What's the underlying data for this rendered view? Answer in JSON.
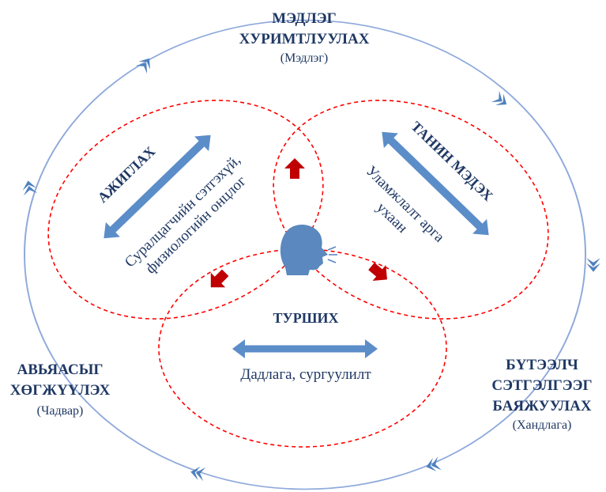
{
  "cycle": {
    "top": {
      "lines": [
        "МЭДЛЭГ",
        "ХУРИМТЛУУЛАХ"
      ],
      "sub": "(Мэдлэг)"
    },
    "right": {
      "lines": [
        "БҮТЭЭЛЧ",
        "СЭТГЭЛГЭЭГ",
        "БАЯЖУУЛАХ"
      ],
      "sub": "(Хандлага)"
    },
    "left": {
      "lines": [
        "АВЬЯАСЫГ",
        "ХӨГЖҮҮЛЭХ"
      ],
      "sub": "(Чадвар)"
    }
  },
  "circles": {
    "observe": {
      "title": "АЖИГЛАХ",
      "desc": [
        "Суралцагчийн сэтгэхүй,",
        "физиологийн онцлог"
      ]
    },
    "cognize": {
      "title": "ТАНИН МЭДЭХ",
      "desc": [
        "Уламжлалт арга",
        "ухаан"
      ]
    },
    "try": {
      "title": "ТУРШИХ",
      "desc": "Дадлага, сургуулилт"
    }
  },
  "icons": {
    "center": "speaking-head-icon",
    "cycle_arrow": "chevron-arrow-icon",
    "inner_arrow": "red-block-arrow-icon",
    "double_arrow": "double-headed-arrow-icon"
  },
  "colors": {
    "text": "#1f3864",
    "outer_ring": "#8ea9db",
    "chevron": "#4f81bd",
    "dashed": "#ff0000",
    "double_arrow": "#5b8dc9",
    "red_arrow": "#c00000",
    "head": "#5a88bf"
  }
}
